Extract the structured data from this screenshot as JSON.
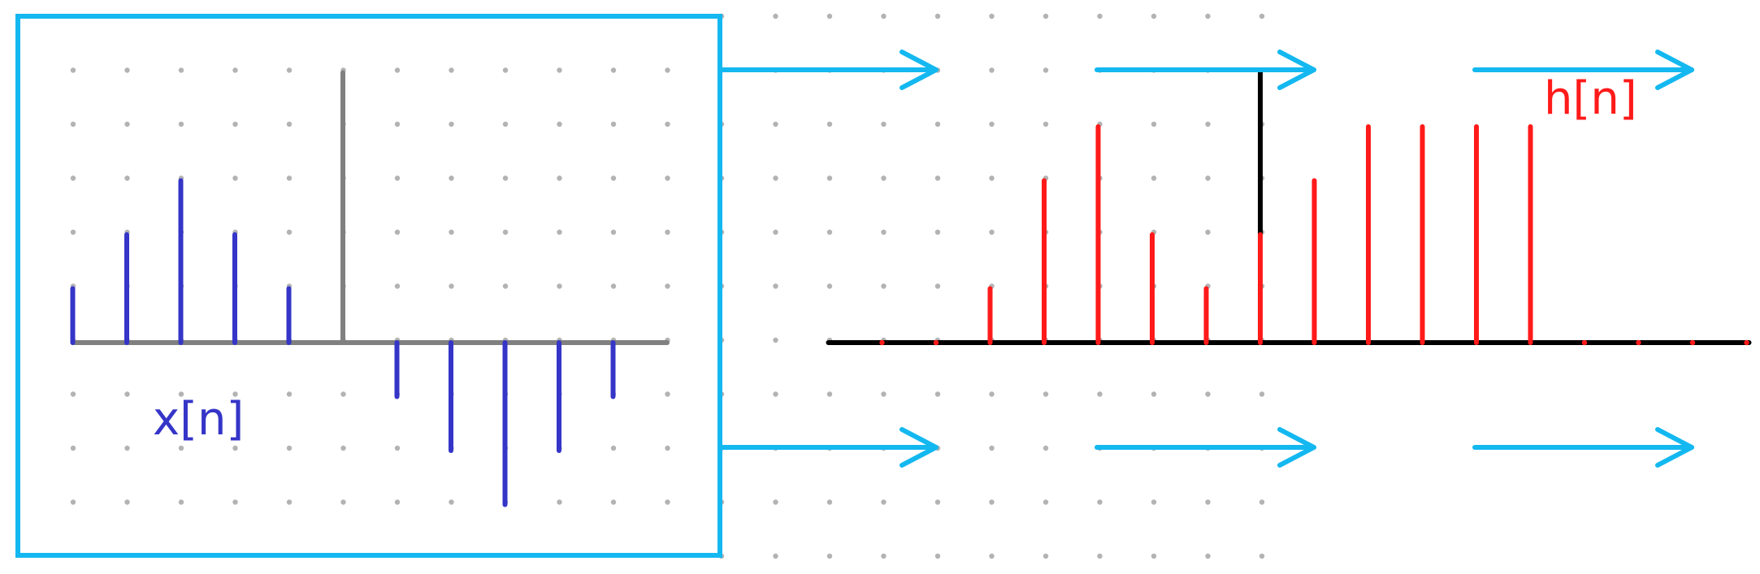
{
  "labels": {
    "input_signal": "x[n]",
    "impulse_response": "h[n]"
  },
  "colors": {
    "frame": "#14b8f0",
    "arrows": "#14b8f0",
    "input_stems": "#3535c8",
    "input_axis": "#808080",
    "response_stems": "#ff1a1a",
    "response_axis": "#000000",
    "grid_dots": "#b3b3b3"
  },
  "input_signal": {
    "n": [
      -5,
      -4,
      -3,
      -2,
      -1,
      0,
      1,
      2,
      3,
      4,
      5,
      6
    ],
    "values": [
      1,
      2,
      3,
      2,
      1,
      5,
      -1,
      -2,
      -3,
      -2,
      -1,
      0
    ]
  },
  "impulse_response": {
    "n": [
      -7,
      -6,
      -5,
      -4,
      -3,
      -2,
      -1,
      0,
      1,
      2,
      3,
      4,
      5,
      6,
      7,
      8,
      9
    ],
    "values": [
      0,
      0,
      1,
      3,
      4,
      2,
      1,
      2,
      3,
      4,
      4,
      4,
      4,
      0,
      0,
      0,
      0
    ],
    "highlight_n": 0,
    "highlight_height": 5
  },
  "arrows": {
    "rows": 2,
    "per_row": 3
  }
}
